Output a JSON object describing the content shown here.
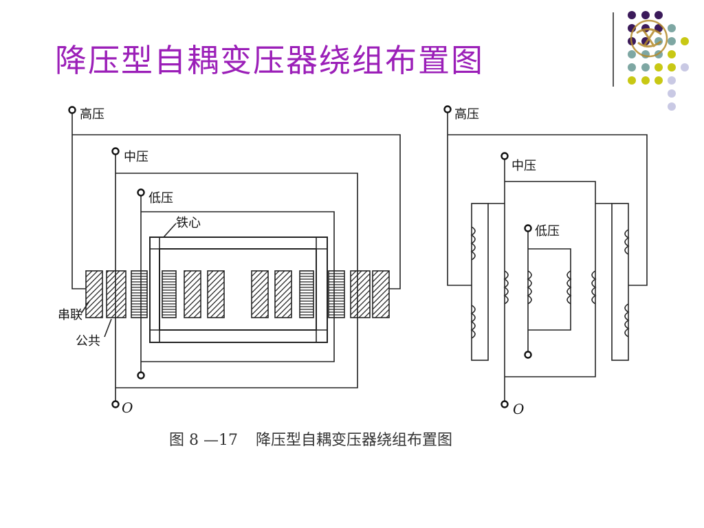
{
  "title": "降压型自耦变压器绕组布置图",
  "caption": {
    "figure_number": "图 8 —17",
    "text": "降压型自耦变压器绕组布置图"
  },
  "left_diagram": {
    "labels": {
      "high": "高压",
      "mid": "中压",
      "low": "低压",
      "core": "铁心",
      "series": "串联",
      "common": "公共",
      "neutral": "O"
    }
  },
  "right_diagram": {
    "labels": {
      "high": "高压",
      "mid": "中压",
      "low": "低压",
      "neutral": "O"
    }
  },
  "decoration": {
    "dot_colors": {
      "purple": "#3b1a5a",
      "teal": "#7ea7a3",
      "olive": "#c8c814",
      "lavender": "#c9c9e4"
    },
    "stamp_icon": "seal-stamp-icon"
  }
}
